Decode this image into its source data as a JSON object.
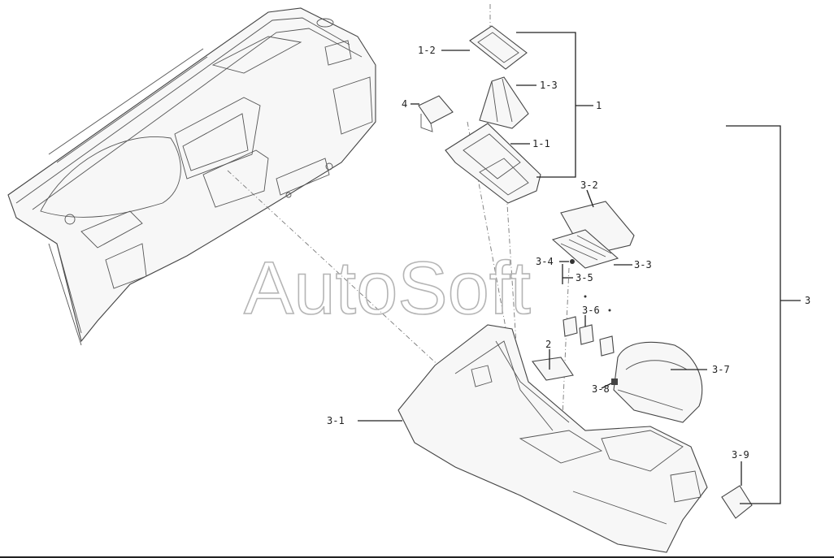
{
  "watermark": "AutoSoft",
  "callouts": {
    "c1_2": "1-2",
    "c1_3": "1-3",
    "c1": "1",
    "c4": "4",
    "c1_1": "1-1",
    "c3_2": "3-2",
    "c3_4": "3-4",
    "c3_3": "3-3",
    "c3_5": "3-5",
    "c3": "3",
    "c3_6": "3-6",
    "c2": "2",
    "c3_7": "3-7",
    "c3_8": "3-8",
    "c3_1": "3-1",
    "c3_9": "3-9"
  }
}
